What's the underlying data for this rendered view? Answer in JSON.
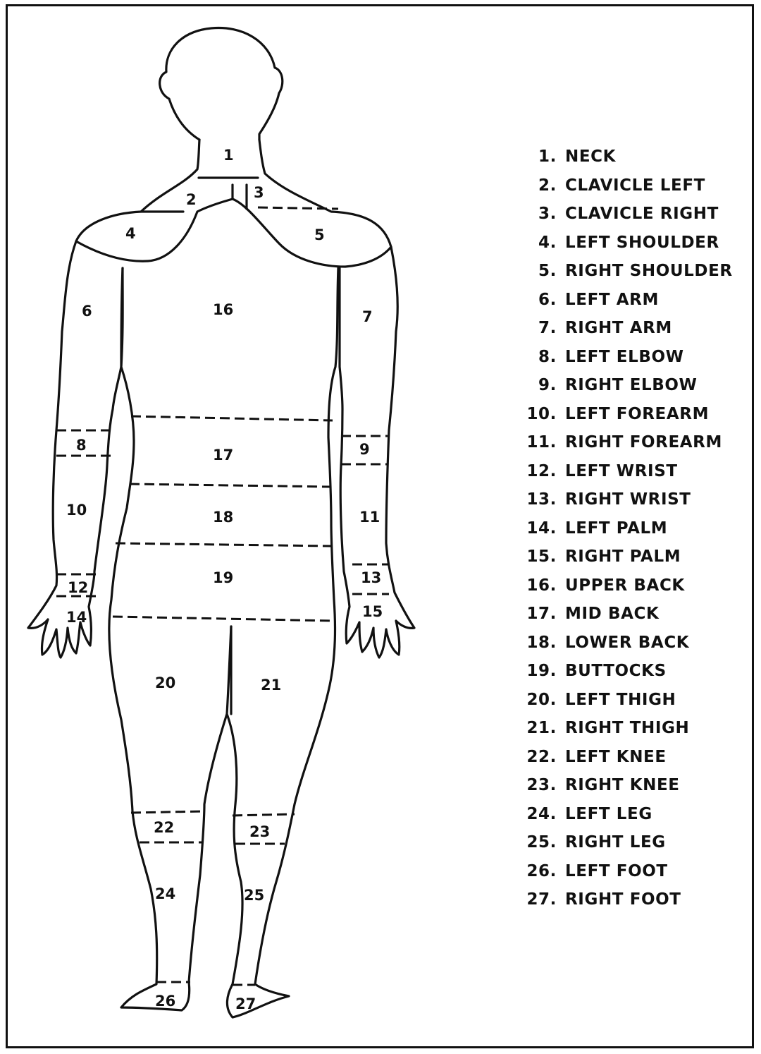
{
  "diagram": {
    "region_numbers": [
      "1",
      "2",
      "3",
      "4",
      "5",
      "6",
      "7",
      "8",
      "9",
      "10",
      "11",
      "12",
      "13",
      "14",
      "15",
      "16",
      "17",
      "18",
      "19",
      "20",
      "21",
      "22",
      "23",
      "24",
      "25",
      "26",
      "27"
    ]
  },
  "legend": [
    {
      "num": "1.",
      "label": "NECK"
    },
    {
      "num": "2.",
      "label": "CLAVICLE LEFT"
    },
    {
      "num": "3.",
      "label": "CLAVICLE RIGHT"
    },
    {
      "num": "4.",
      "label": "LEFT SHOULDER"
    },
    {
      "num": "5.",
      "label": "RIGHT SHOULDER"
    },
    {
      "num": "6.",
      "label": "LEFT ARM"
    },
    {
      "num": "7.",
      "label": "RIGHT ARM"
    },
    {
      "num": "8.",
      "label": "LEFT ELBOW"
    },
    {
      "num": "9.",
      "label": "RIGHT ELBOW"
    },
    {
      "num": "10.",
      "label": "LEFT FOREARM"
    },
    {
      "num": "11.",
      "label": "RIGHT FOREARM"
    },
    {
      "num": "12.",
      "label": "LEFT WRIST"
    },
    {
      "num": "13.",
      "label": "RIGHT WRIST"
    },
    {
      "num": "14.",
      "label": "LEFT PALM"
    },
    {
      "num": "15.",
      "label": "RIGHT PALM"
    },
    {
      "num": "16.",
      "label": "UPPER BACK"
    },
    {
      "num": "17.",
      "label": "MID BACK"
    },
    {
      "num": "18.",
      "label": "LOWER BACK"
    },
    {
      "num": "19.",
      "label": "BUTTOCKS"
    },
    {
      "num": "20.",
      "label": "LEFT THIGH"
    },
    {
      "num": "21.",
      "label": "RIGHT THIGH"
    },
    {
      "num": "22.",
      "label": "LEFT KNEE"
    },
    {
      "num": "23.",
      "label": "RIGHT KNEE"
    },
    {
      "num": "24.",
      "label": "LEFT LEG"
    },
    {
      "num": "25.",
      "label": "RIGHT LEG"
    },
    {
      "num": "26.",
      "label": "LEFT FOOT"
    },
    {
      "num": "27.",
      "label": "RIGHT FOOT"
    }
  ]
}
